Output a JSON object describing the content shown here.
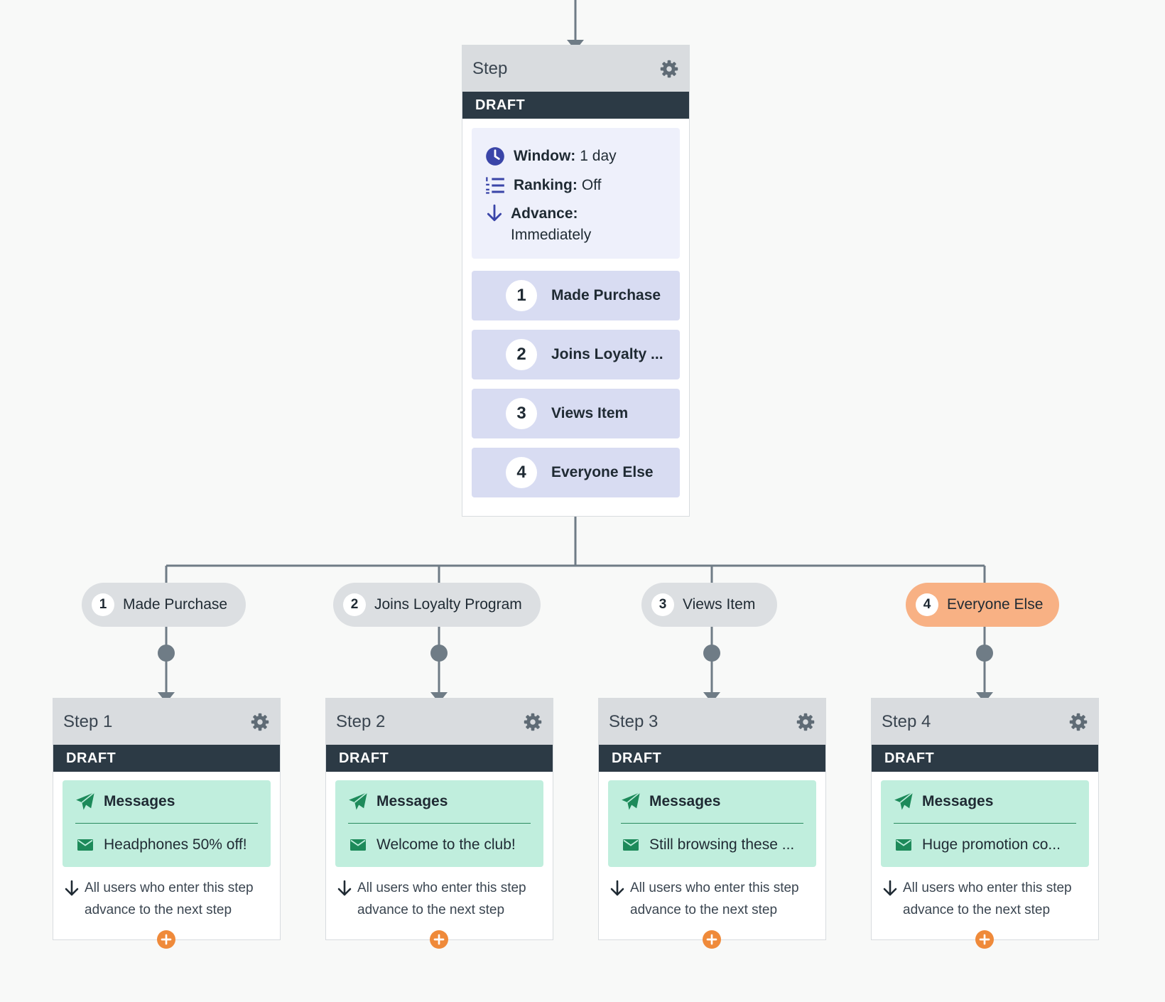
{
  "main_step": {
    "title": "Step",
    "status": "DRAFT",
    "settings": {
      "window_label": "Window:",
      "window_value": "1 day",
      "ranking_label": "Ranking:",
      "ranking_value": "Off",
      "advance_label": "Advance:",
      "advance_value": "Immediately"
    },
    "variants": [
      {
        "num": "1",
        "label": "Made Purchase"
      },
      {
        "num": "2",
        "label": "Joins Loyalty ..."
      },
      {
        "num": "3",
        "label": "Views Item"
      },
      {
        "num": "4",
        "label": "Everyone Else"
      }
    ]
  },
  "branches": [
    {
      "num": "1",
      "label": "Made Purchase"
    },
    {
      "num": "2",
      "label": "Joins Loyalty Program"
    },
    {
      "num": "3",
      "label": "Views Item"
    },
    {
      "num": "4",
      "label": "Everyone Else"
    }
  ],
  "steps": [
    {
      "title": "Step 1",
      "status": "DRAFT",
      "messages_label": "Messages",
      "message": "Headphones 50% off!",
      "advance_note": "All users who enter this step advance to the next step"
    },
    {
      "title": "Step 2",
      "status": "DRAFT",
      "messages_label": "Messages",
      "message": "Welcome to the club!",
      "advance_note": "All users who enter this step advance to the next step"
    },
    {
      "title": "Step 3",
      "status": "DRAFT",
      "messages_label": "Messages",
      "message": "Still browsing these ...",
      "advance_note": "All users who enter this step advance to the next step"
    },
    {
      "title": "Step 4",
      "status": "DRAFT",
      "messages_label": "Messages",
      "message": "Huge promotion co...",
      "advance_note": "All users who enter this step advance to the next step"
    }
  ],
  "colors": {
    "background": "#f8f9f8",
    "connector": "#6f7c86",
    "header_gray": "#d9dcdf",
    "draft_bar": "#2c3a45",
    "settings_bg": "#eef0fb",
    "variant_bg": "#d8dcf2",
    "icon_blue": "#3a45a8",
    "message_bg": "#c0eedd",
    "message_green": "#1d8a5a",
    "pill_gray": "#dcdfe2",
    "pill_orange": "#f8b184",
    "plus_orange": "#ef8a3a"
  },
  "icons": {
    "step_settings": "gear-icon",
    "window": "clock-icon",
    "ranking": "numbered-list-icon",
    "advance": "arrow-down-icon",
    "messages": "paper-plane-icon",
    "message_item": "envelope-icon",
    "add": "plus-circle-icon"
  }
}
